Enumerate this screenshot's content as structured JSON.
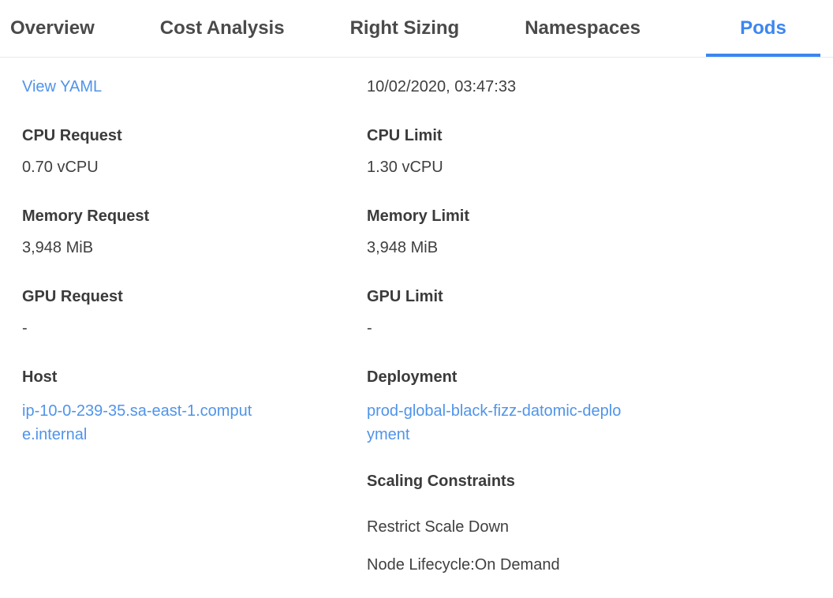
{
  "tabs": {
    "items": [
      {
        "label": "Overview",
        "active": false
      },
      {
        "label": "Cost Analysis",
        "active": false
      },
      {
        "label": "Right Sizing",
        "active": false
      },
      {
        "label": "Namespaces",
        "active": false
      },
      {
        "label": "Pods",
        "active": true
      }
    ]
  },
  "detail": {
    "view_yaml_label": "View YAML",
    "last_updated": "10/02/2020, 03:47:33",
    "fields": {
      "cpu_request": {
        "label": "CPU Request",
        "value": "0.70 vCPU"
      },
      "cpu_limit": {
        "label": "CPU Limit",
        "value": "1.30 vCPU"
      },
      "memory_request": {
        "label": "Memory Request",
        "value": "3,948 MiB"
      },
      "memory_limit": {
        "label": "Memory Limit",
        "value": "3,948 MiB"
      },
      "gpu_request": {
        "label": "GPU Request",
        "value": "-"
      },
      "gpu_limit": {
        "label": "GPU Limit",
        "value": "-"
      },
      "host": {
        "label": "Host",
        "value": "ip-10-0-239-35.sa-east-1.compute.internal"
      },
      "deployment": {
        "label": "Deployment",
        "value": "prod-global-black-fizz-datomic-deployment"
      }
    },
    "scaling_constraints": {
      "label": "Scaling Constraints",
      "items": [
        "Restrict Scale Down",
        "Node Lifecycle:On Demand"
      ]
    }
  },
  "colors": {
    "active_tab": "#3b86f0",
    "tab_underline": "#3b86f0",
    "link": "#4f94ea",
    "tab_text": "#4a4a4a",
    "label_text": "#3b3b3b",
    "value_text": "#3f3f3f",
    "divider": "#e9e9e9",
    "background": "#ffffff"
  }
}
